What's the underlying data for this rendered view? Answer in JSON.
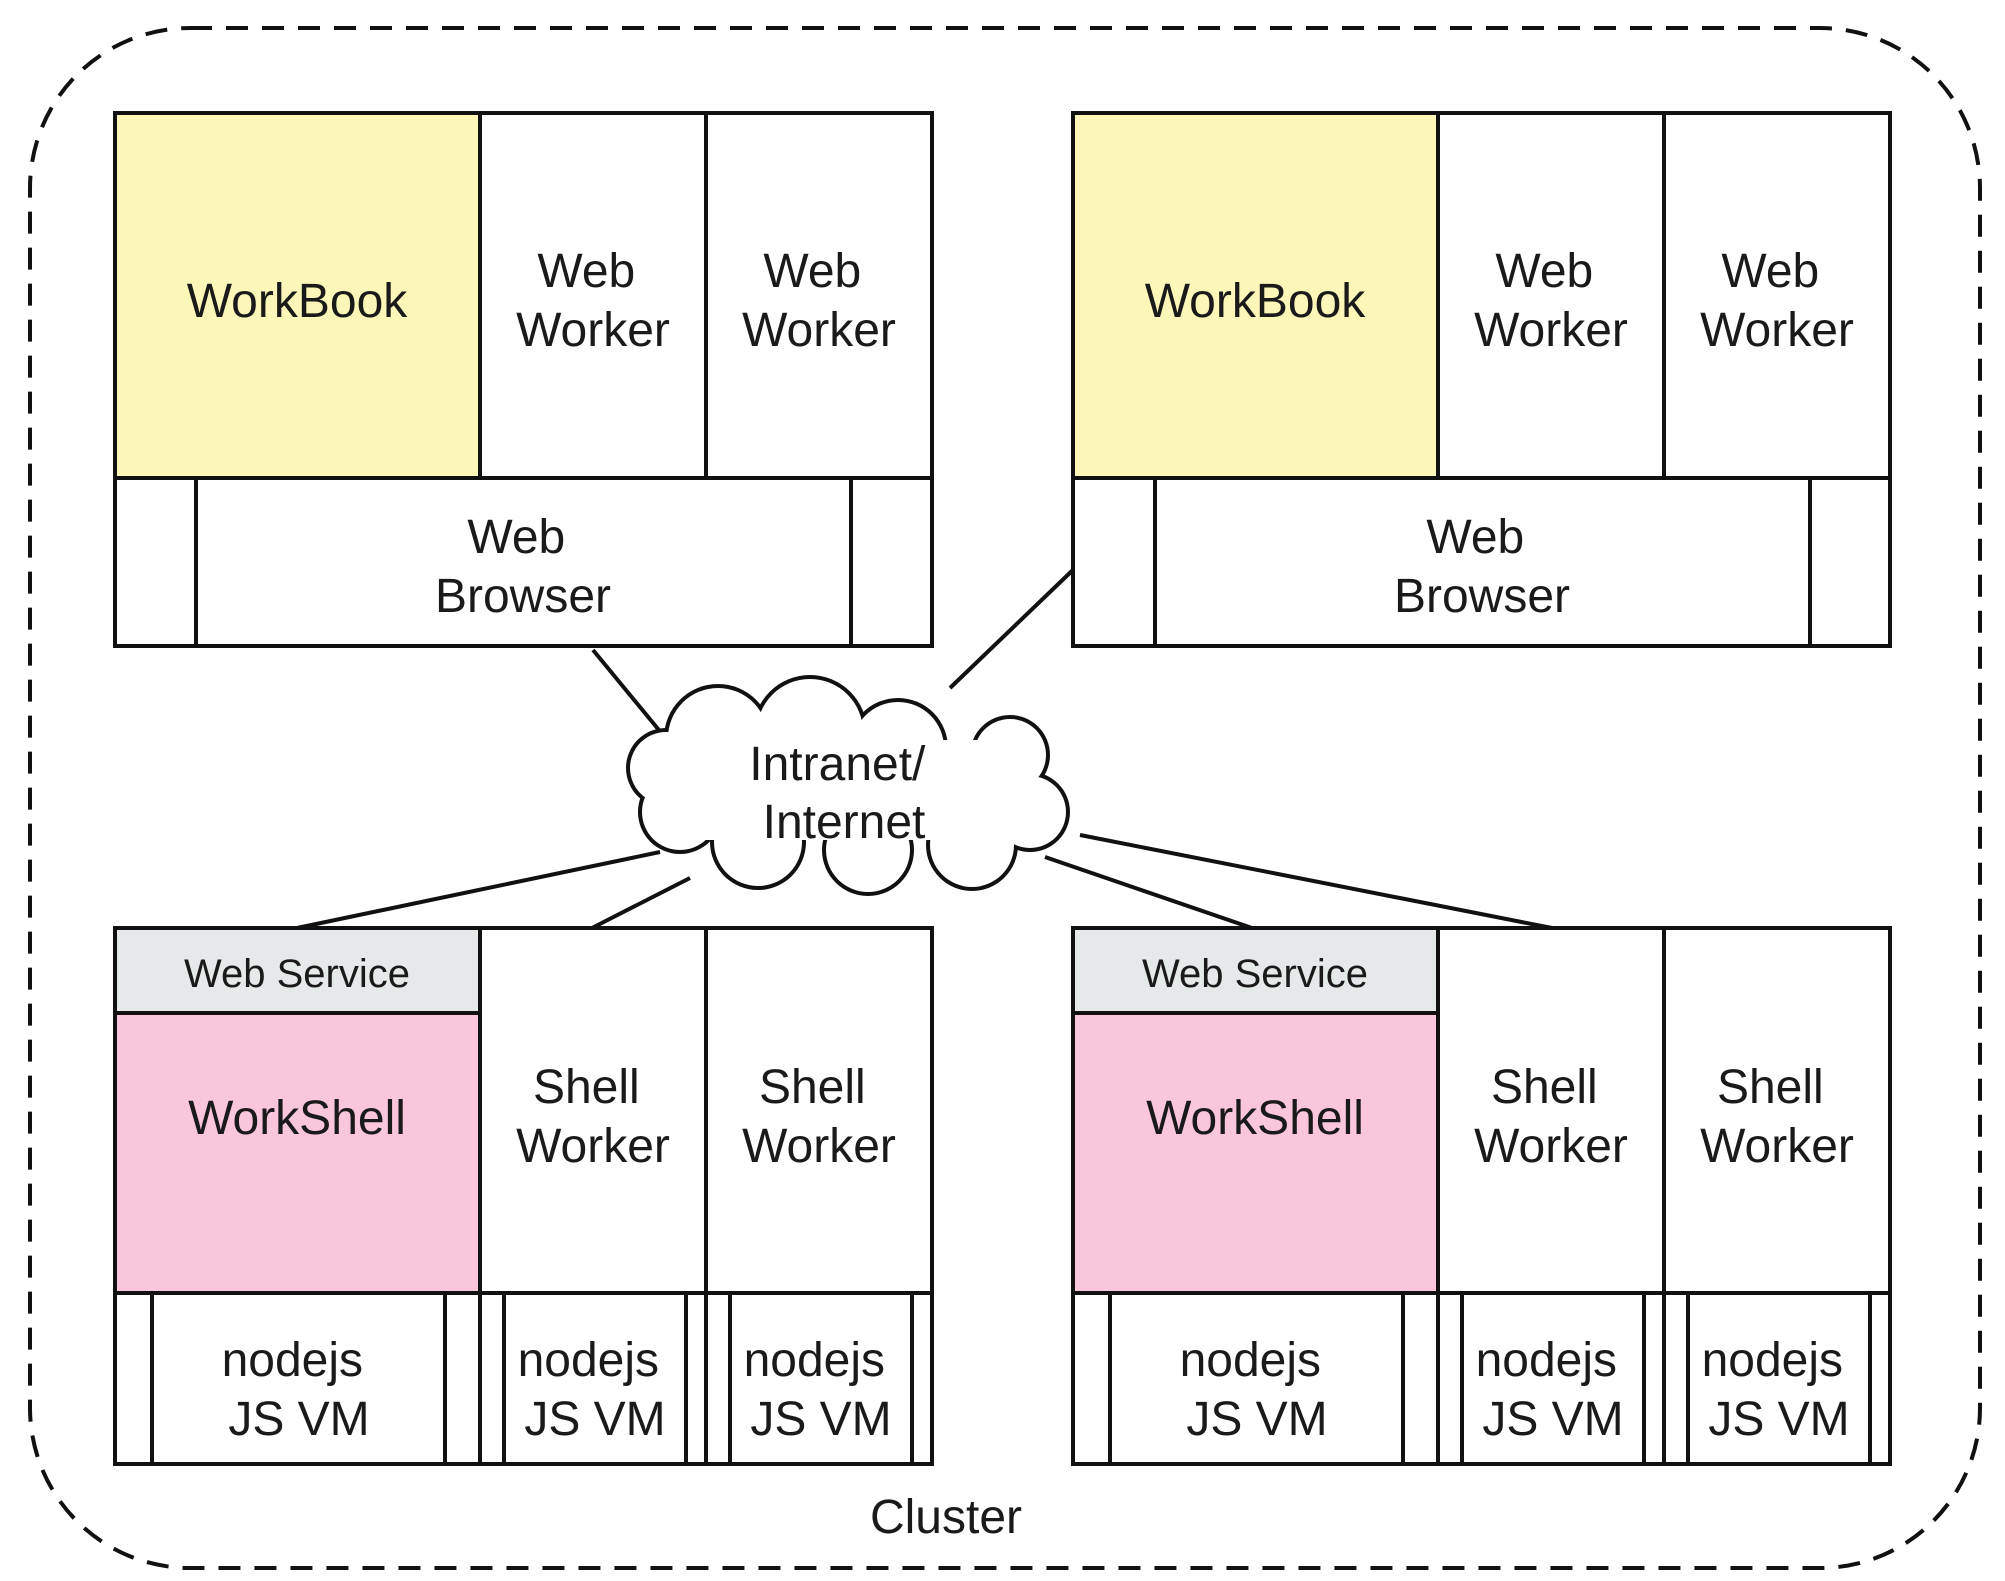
{
  "colors": {
    "workbook": "#fcf6b8",
    "workshell": "#f9c6dc",
    "web_service": "#e6e9e9",
    "stroke": "#111111"
  },
  "cluster_label": "Cluster",
  "network_label": [
    "Intranet/",
    "Internet"
  ],
  "browser_nodes": [
    {
      "workbook": "WorkBook",
      "workers": [
        [
          "Web",
          "Worker"
        ],
        [
          "Web",
          "Worker"
        ]
      ],
      "browser": [
        "Web",
        "Browser"
      ]
    },
    {
      "workbook": "WorkBook",
      "workers": [
        [
          "Web",
          "Worker"
        ],
        [
          "Web",
          "Worker"
        ]
      ],
      "browser": [
        "Web",
        "Browser"
      ]
    }
  ],
  "server_nodes": [
    {
      "service": "Web Service",
      "workshell": "WorkShell",
      "workers": [
        [
          "Shell",
          "Worker"
        ],
        [
          "Shell",
          "Worker"
        ]
      ],
      "vms": [
        [
          "nodejs",
          "JS VM"
        ],
        [
          "nodejs",
          "JS VM"
        ],
        [
          "nodejs",
          "JS VM"
        ]
      ]
    },
    {
      "service": "Web Service",
      "workshell": "WorkShell",
      "workers": [
        [
          "Shell",
          "Worker"
        ],
        [
          "Shell",
          "Worker"
        ]
      ],
      "vms": [
        [
          "nodejs",
          "JS VM"
        ],
        [
          "nodejs",
          "JS VM"
        ],
        [
          "nodejs",
          "JS VM"
        ]
      ]
    }
  ]
}
